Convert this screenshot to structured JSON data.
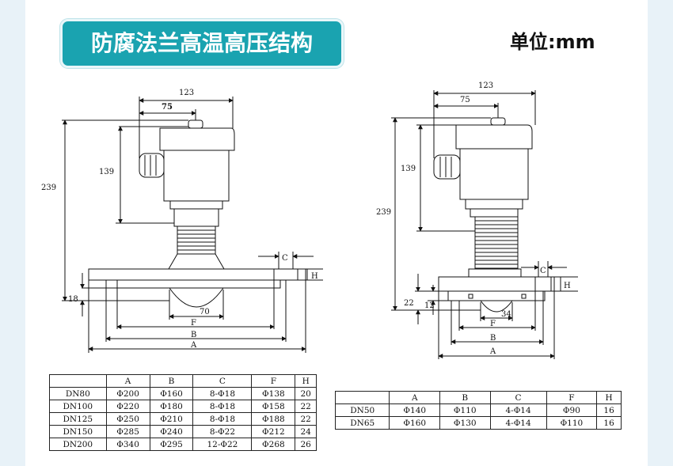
{
  "header": {
    "title": "防腐法兰高温高压结构",
    "unit": "单位:mm"
  },
  "colors": {
    "badge": "#1aa3b0",
    "background": "#e8f2f8"
  },
  "left_drawing": {
    "dim_123": "123",
    "dim_75": "75",
    "dim_139": "139",
    "dim_239": "239",
    "dim_18": "18",
    "dim_70": "70",
    "label_F": "F",
    "label_B": "B",
    "label_A": "A",
    "label_C": "C",
    "label_H": "H"
  },
  "right_drawing": {
    "dim_123": "123",
    "dim_75": "75",
    "dim_139": "139",
    "dim_239": "239",
    "dim_22": "22",
    "dim_12": "12",
    "dim_34": "34",
    "label_F": "F",
    "label_B": "B",
    "label_A": "A",
    "label_C": "C",
    "label_H": "H"
  },
  "table_left": {
    "headers": [
      "",
      "A",
      "B",
      "C",
      "F",
      "H"
    ],
    "rows": [
      [
        "DN80",
        "Φ200",
        "Φ160",
        "8-Φ18",
        "Φ138",
        "20"
      ],
      [
        "DN100",
        "Φ220",
        "Φ180",
        "8-Φ18",
        "Φ158",
        "22"
      ],
      [
        "DN125",
        "Φ250",
        "Φ210",
        "8-Φ18",
        "Φ188",
        "22"
      ],
      [
        "DN150",
        "Φ285",
        "Φ240",
        "8-Φ22",
        "Φ212",
        "24"
      ],
      [
        "DN200",
        "Φ340",
        "Φ295",
        "12-Φ22",
        "Φ268",
        "26"
      ]
    ]
  },
  "table_right": {
    "headers": [
      "",
      "A",
      "B",
      "C",
      "F",
      "H"
    ],
    "rows": [
      [
        "DN50",
        "Φ140",
        "Φ110",
        "4-Φ14",
        "Φ90",
        "16"
      ],
      [
        "DN65",
        "Φ160",
        "Φ130",
        "4-Φ14",
        "Φ110",
        "16"
      ]
    ]
  }
}
